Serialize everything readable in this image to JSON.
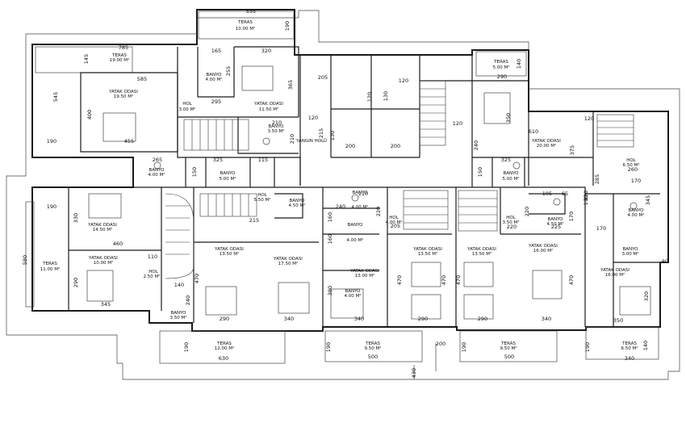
{
  "rooms": [
    {
      "id": "r1",
      "name": "TERAS",
      "area": "10.00 M²"
    },
    {
      "id": "r2",
      "name": "TERAS",
      "area": "19.00 M²"
    },
    {
      "id": "r3",
      "name": "BANYO",
      "area": "4.00 M²"
    },
    {
      "id": "r4",
      "name": "YATAK ODASI",
      "area": "19.50 M²"
    },
    {
      "id": "r5",
      "name": "HOL",
      "area": "3.00 M²"
    },
    {
      "id": "r6",
      "name": "YATAK ODASI",
      "area": "11.50 M²"
    },
    {
      "id": "r7",
      "name": "BANYO",
      "area": "3.50 M²"
    },
    {
      "id": "r8",
      "name": "YANGIN HOLÜ",
      "area": ""
    },
    {
      "id": "r9",
      "name": "TERAS",
      "area": "5.00 M²"
    },
    {
      "id": "r10",
      "name": "YATAK ODASI",
      "area": "20.00 M²"
    },
    {
      "id": "r11",
      "name": "HOL",
      "area": "6.50 M²"
    },
    {
      "id": "r12",
      "name": "BANYO",
      "area": "4.00 M²"
    },
    {
      "id": "r13",
      "name": "BANYO",
      "area": "5.00 M²"
    },
    {
      "id": "r14",
      "name": "HOL",
      "area": "5.50 M²"
    },
    {
      "id": "r15",
      "name": "BANYO",
      "area": "4.50 M²"
    },
    {
      "id": "r16",
      "name": "BANYO",
      "area": "4.00 M²"
    },
    {
      "id": "r17",
      "name": "HOL",
      "area": "4.00 M²"
    },
    {
      "id": "r18",
      "name": "BANYO",
      "area": "5.00 M²"
    },
    {
      "id": "r19",
      "name": "HOL",
      "area": "3.50 M²"
    },
    {
      "id": "r20",
      "name": "BANYO",
      "area": "4.50 M²"
    },
    {
      "id": "r21",
      "name": "BANYO",
      "area": "4.00 M²"
    },
    {
      "id": "r22",
      "name": "YATAK ODASI",
      "area": "14.50 M²"
    },
    {
      "id": "r23",
      "name": "YATAK ODASI",
      "area": "10.00 M²"
    },
    {
      "id": "r24",
      "name": "TERAS",
      "area": "11.00 M²"
    },
    {
      "id": "r25",
      "name": "HOL",
      "area": "2.50 M²"
    },
    {
      "id": "r26",
      "name": "YATAK ODASI",
      "area": "13.50 M²"
    },
    {
      "id": "r27",
      "name": "YATAK ODASI",
      "area": "17.50 M²"
    },
    {
      "id": "r28",
      "name": "BANYO",
      "area": "4.00 M²"
    },
    {
      "id": "r29",
      "name": "YATAK ODASI",
      "area": "13.00 M²"
    },
    {
      "id": "r30",
      "name": "BANYO",
      "area": "4.00 M²"
    },
    {
      "id": "r31",
      "name": "YATAK ODASI",
      "area": "13.50 M²"
    },
    {
      "id": "r32",
      "name": "YATAK ODASI",
      "area": "13.50 M²"
    },
    {
      "id": "r33",
      "name": "YATAK ODASI",
      "area": "16.00 M²"
    },
    {
      "id": "r34",
      "name": "YATAK ODASI",
      "area": "16.00 M²"
    },
    {
      "id": "r35",
      "name": "BANYO",
      "area": "3.00 M²"
    },
    {
      "id": "r36",
      "name": "BANYO",
      "area": "3.50 M²"
    },
    {
      "id": "r37",
      "name": "TERAS",
      "area": "12.00 M²"
    },
    {
      "id": "r38",
      "name": "TERAS",
      "area": "9.50 M²"
    },
    {
      "id": "r39",
      "name": "TERAS",
      "area": "9.50 M²"
    },
    {
      "id": "r40",
      "name": "TERAS",
      "area": "6.50 M²"
    }
  ],
  "dimensions": {
    "d1": "535",
    "d2": "190",
    "d3": "785",
    "d4": "145",
    "d5": "165",
    "d6": "320",
    "d7": "585",
    "d8": "255",
    "d9": "365",
    "d10": "205",
    "d11": "120",
    "d12": "295",
    "d13": "400",
    "d14": "545",
    "d15": "190",
    "d16": "455",
    "d17": "290",
    "d18": "210",
    "d19": "120",
    "d20": "215",
    "d21": "210",
    "d22": "130",
    "d23": "130",
    "d24": "120",
    "d25": "200",
    "d26": "200",
    "d27": "350",
    "d28": "610",
    "d29": "120",
    "d30": "240",
    "d31": "375",
    "d32": "265",
    "d33": "150",
    "d34": "325",
    "d35": "115",
    "d36": "325",
    "d37": "150",
    "d38": "260",
    "d39": "285",
    "d40": "170",
    "d41": "110",
    "d42": "190",
    "d43": "330",
    "d44": "215",
    "d45": "240",
    "d46": "220",
    "d47": "205",
    "d48": "220",
    "d49": "105",
    "d50": "65",
    "d51": "220",
    "d52": "225",
    "d53": "170",
    "d54": "345",
    "d55": "190",
    "d56": "460",
    "d57": "580",
    "d58": "290",
    "d59": "110",
    "d60": "140",
    "d61": "160",
    "d62": "160",
    "d63": "170",
    "d64": "80",
    "d65": "345",
    "d66": "240",
    "d67": "470",
    "d68": "380",
    "d69": "470",
    "d70": "470",
    "d71": "470",
    "d72": "470",
    "d73": "320",
    "d74": "290",
    "d75": "340",
    "d76": "340",
    "d77": "290",
    "d78": "290",
    "d79": "340",
    "d80": "350",
    "d81": "190",
    "d82": "630",
    "d83": "190",
    "d84": "500",
    "d85": "200",
    "d86": "190",
    "d87": "500",
    "d88": "190",
    "d89": "340",
    "d90": "140",
    "d91": "430",
    "d92": "120",
    "d93": "120",
    "d94": "140"
  }
}
